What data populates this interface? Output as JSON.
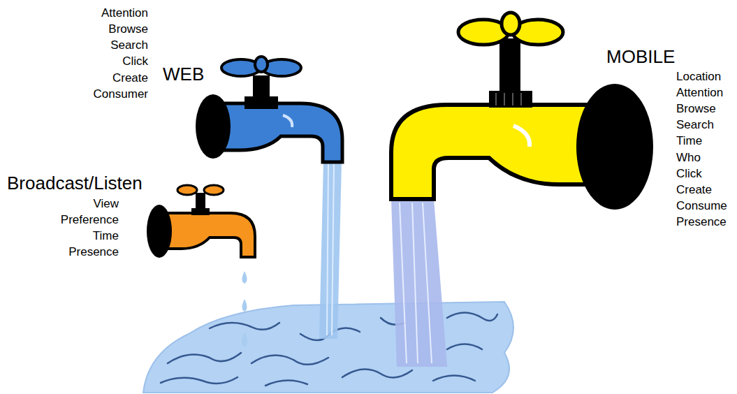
{
  "diagram": {
    "labels": [
      "Attention",
      "Browse",
      "Search",
      "Click",
      "Create",
      "Consumer",
      "WEB",
      "MOBILE",
      "Location",
      "Attention",
      "Browse",
      "Search",
      "Time",
      "Who",
      "Click",
      "Create",
      "Consume",
      "Presence",
      "Broadcast/Listen",
      "View",
      "Preference",
      "Time",
      "Presence"
    ]
  }
}
